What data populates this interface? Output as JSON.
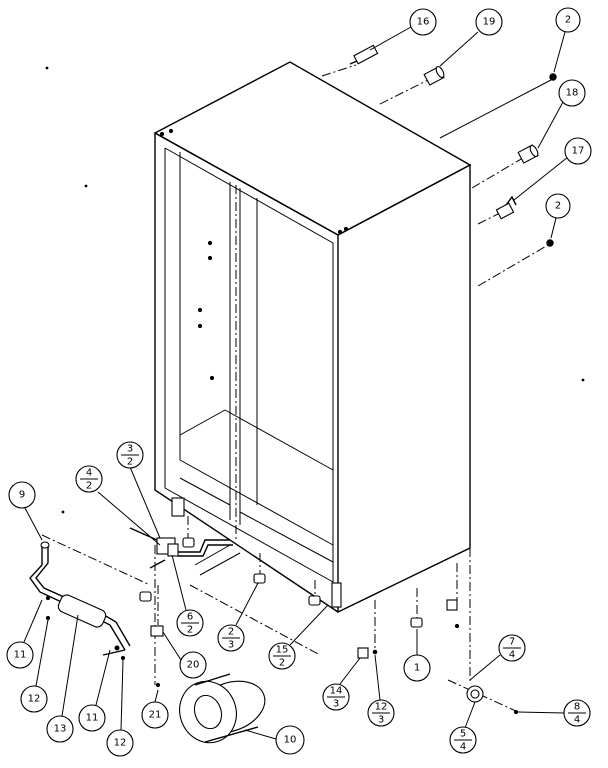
{
  "callouts": {
    "c16": "16",
    "c19": "19",
    "c2a": "2",
    "c18": "18",
    "c17": "17",
    "c2b": "2",
    "c3_2": {
      "top": "3",
      "bottom": "2"
    },
    "c4_2": {
      "top": "4",
      "bottom": "2"
    },
    "c9": "9",
    "c6_2": {
      "top": "6",
      "bottom": "2"
    },
    "c2_3": {
      "top": "2",
      "bottom": "3"
    },
    "c15_2": {
      "top": "15",
      "bottom": "2"
    },
    "c1": "1",
    "c7_4": {
      "top": "7",
      "bottom": "4"
    },
    "c8_4": {
      "top": "8",
      "bottom": "4"
    },
    "c5_4": {
      "top": "5",
      "bottom": "4"
    },
    "c14_3": {
      "top": "14",
      "bottom": "3"
    },
    "c12_3": {
      "top": "12",
      "bottom": "3"
    },
    "c20": "20",
    "c21": "21",
    "c10": "10",
    "c11a": "11",
    "c12a": "12",
    "c13": "13",
    "c11b": "11",
    "c12b": "12"
  }
}
